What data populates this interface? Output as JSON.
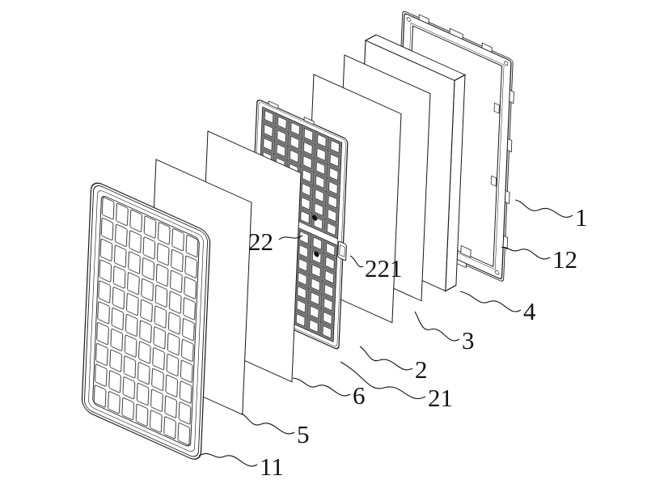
{
  "figure": {
    "type": "patent-exploded-view",
    "background": "#ffffff",
    "line_color": "#1a1a1a",
    "mesh_grout_color": "#818181",
    "labels": [
      {
        "id": "1",
        "text": "1"
      },
      {
        "id": "12",
        "text": "12"
      },
      {
        "id": "4",
        "text": "4"
      },
      {
        "id": "3",
        "text": "3"
      },
      {
        "id": "2",
        "text": "2"
      },
      {
        "id": "21",
        "text": "21"
      },
      {
        "id": "221",
        "text": "221"
      },
      {
        "id": "22",
        "text": "22"
      },
      {
        "id": "6",
        "text": "6"
      },
      {
        "id": "5",
        "text": "5"
      },
      {
        "id": "11",
        "text": "11"
      }
    ]
  }
}
